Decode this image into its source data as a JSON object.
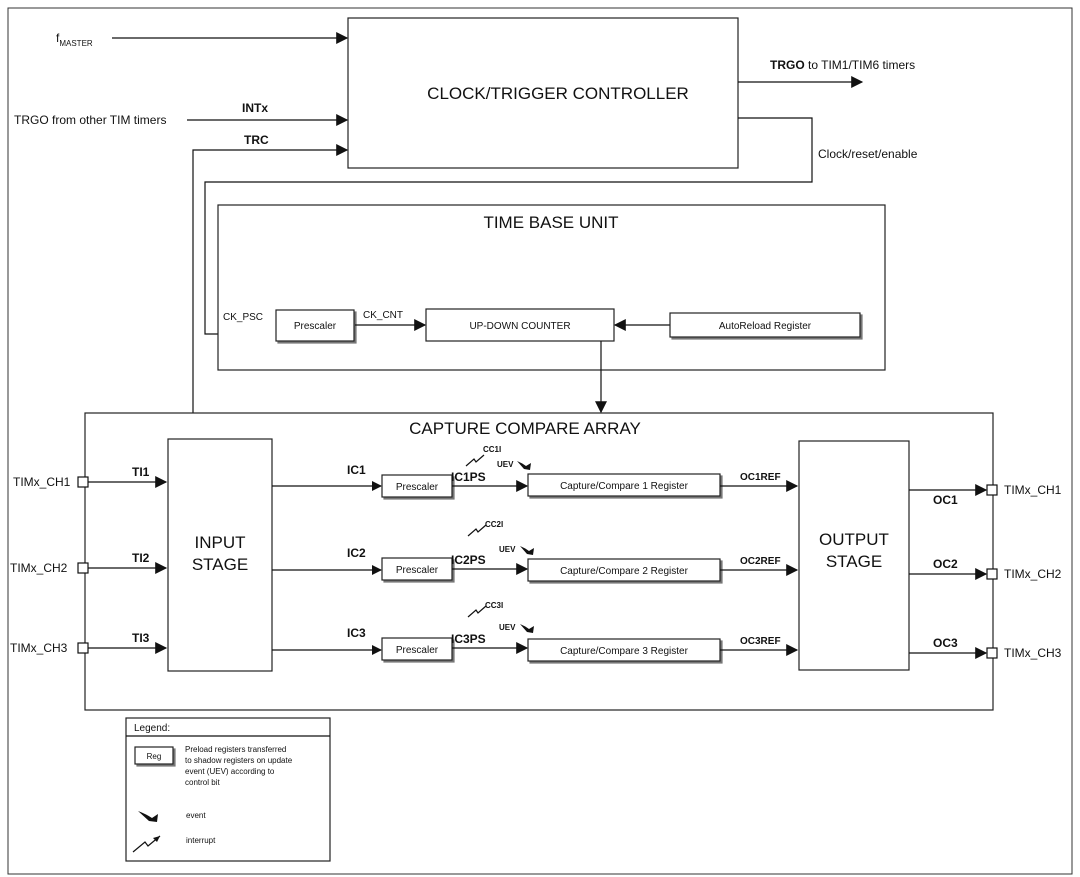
{
  "signals": {
    "fmaster_main": "f",
    "fmaster_sub": "MASTER",
    "trgo_from_other": "TRGO from other TIM timers",
    "intx": "INTx",
    "trc": "TRC",
    "trgo_out_bold": "TRGO",
    "trgo_out_rest": " to TIM1/TIM6 timers",
    "clock_reset_enable": "Clock/reset/enable",
    "ck_psc": "CK_PSC",
    "ck_cnt": "CK_CNT"
  },
  "blocks": {
    "clock_trigger_controller": "CLOCK/TRIGGER CONTROLLER",
    "time_base_unit": "TIME BASE UNIT",
    "tbu_prescaler": "Prescaler",
    "up_down_counter": "UP-DOWN COUNTER",
    "autoreload_register": "AutoReload Register",
    "capture_compare_array": "CAPTURE COMPARE ARRAY",
    "input_stage_line1": "INPUT",
    "input_stage_line2": "STAGE",
    "output_stage_line1": "OUTPUT",
    "output_stage_line2": "STAGE"
  },
  "channels": [
    {
      "input_pin": "TIMx_CH1",
      "ti": "TI1",
      "ic": "IC1",
      "prescaler": "Prescaler",
      "icps": "IC1PS",
      "cci": "CC1I",
      "uev": "UEV",
      "register": "Capture/Compare 1 Register",
      "ocref": "OC1REF",
      "oc": "OC1",
      "output_pin": "TIMx_CH1"
    },
    {
      "input_pin": "TIMx_CH2",
      "ti": "TI2",
      "ic": "IC2",
      "prescaler": "Prescaler",
      "icps": "IC2PS",
      "cci": "CC2I",
      "uev": "UEV",
      "register": "Capture/Compare 2 Register",
      "ocref": "OC2REF",
      "oc": "OC2",
      "output_pin": "TIMx_CH2"
    },
    {
      "input_pin": "TIMx_CH3",
      "ti": "TI3",
      "ic": "IC3",
      "prescaler": "Prescaler",
      "icps": "IC3PS",
      "cci": "CC3I",
      "uev": "UEV",
      "register": "Capture/Compare 3 Register",
      "ocref": "OC3REF",
      "oc": "OC3",
      "output_pin": "TIMx_CH3"
    }
  ],
  "legend": {
    "title": "Legend:",
    "reg_label": "Reg",
    "reg_desc_1": "Preload registers transferred",
    "reg_desc_2": "to shadow registers on update",
    "reg_desc_3": "event (UEV) according to",
    "reg_desc_4": "control bit",
    "event_label": "event",
    "interrupt_label": "interrupt"
  }
}
